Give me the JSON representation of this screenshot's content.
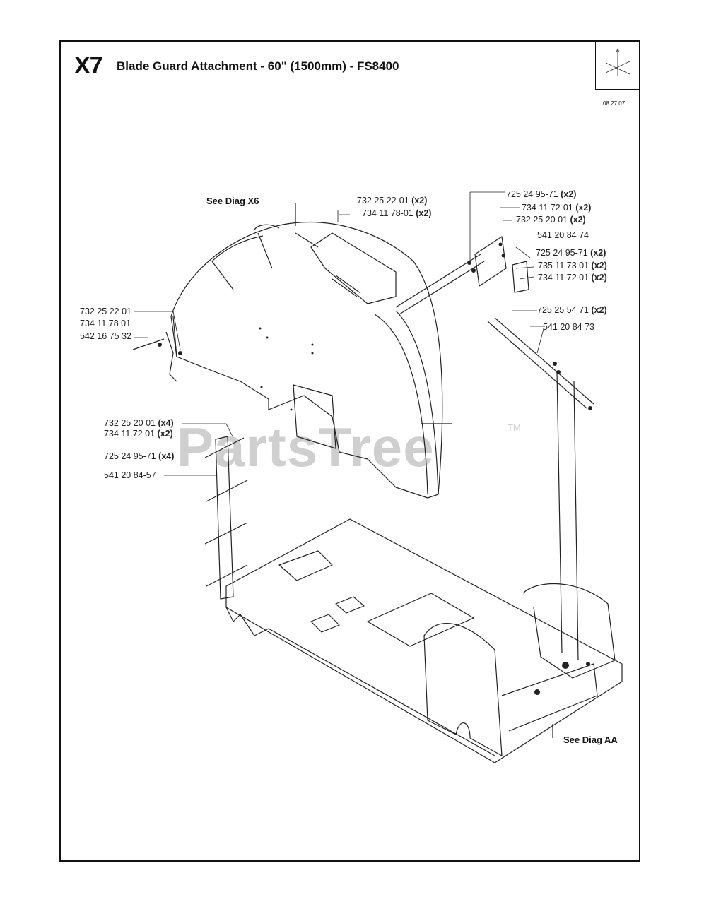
{
  "header": {
    "code": "X7",
    "title": "Blade Guard Attachment - 60\" (1500mm) - FS8400",
    "date": "08.27.07"
  },
  "watermark": {
    "text": "PartsTree",
    "tm": "TM"
  },
  "references": {
    "diag_x6": "See Diag X6",
    "diag_aa": "See Diag AA"
  },
  "callouts": [
    {
      "part": "732 25 22-01",
      "qty": "(x2)"
    },
    {
      "part": "734 11 78-01",
      "qty": "(x2)"
    },
    {
      "part": "725 24 95-71",
      "qty": "(x2)"
    },
    {
      "part": "734 11 72-01",
      "qty": "(x2)"
    },
    {
      "part": "732 25 20 01",
      "qty": "(x2)"
    },
    {
      "part": "541 20 84 74",
      "qty": ""
    },
    {
      "part": "725 24 95-71",
      "qty": "(x2)"
    },
    {
      "part": "735 11 73 01",
      "qty": "(x2)"
    },
    {
      "part": "734 11 72 01",
      "qty": "(x2)"
    },
    {
      "part": "725 25 54 71",
      "qty": "(x2)"
    },
    {
      "part": "541 20 84 73",
      "qty": ""
    },
    {
      "part": "732 25 22 01",
      "qty": ""
    },
    {
      "part": "734 11 78 01",
      "qty": ""
    },
    {
      "part": "542 16 75 32",
      "qty": ""
    },
    {
      "part": "732 25 20 01",
      "qty": "(x4)"
    },
    {
      "part": "734 11 72 01",
      "qty": "(x2)"
    },
    {
      "part": "725 24 95-71",
      "qty": "(x4)"
    },
    {
      "part": "541 20 84-57",
      "qty": ""
    }
  ]
}
